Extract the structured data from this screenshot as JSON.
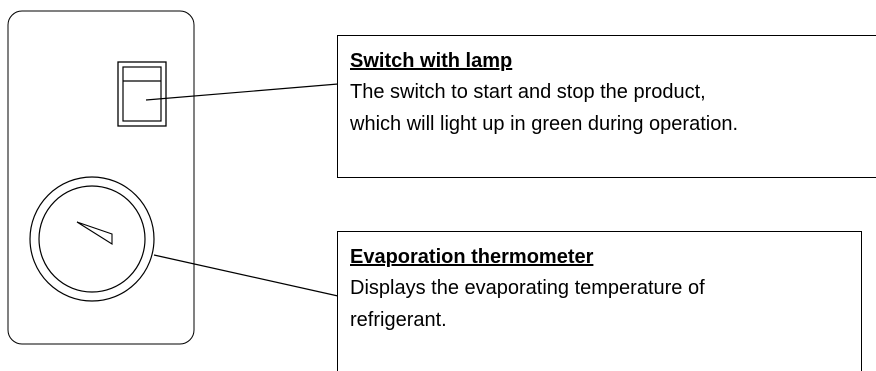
{
  "callouts": [
    {
      "title": "Switch with lamp",
      "lines": [
        "The switch to start and stop the product,",
        "which will light up in green during operation."
      ]
    },
    {
      "title": "Evaporation thermometer",
      "lines": [
        "Displays the evaporating temperature of",
        "refrigerant."
      ]
    }
  ]
}
